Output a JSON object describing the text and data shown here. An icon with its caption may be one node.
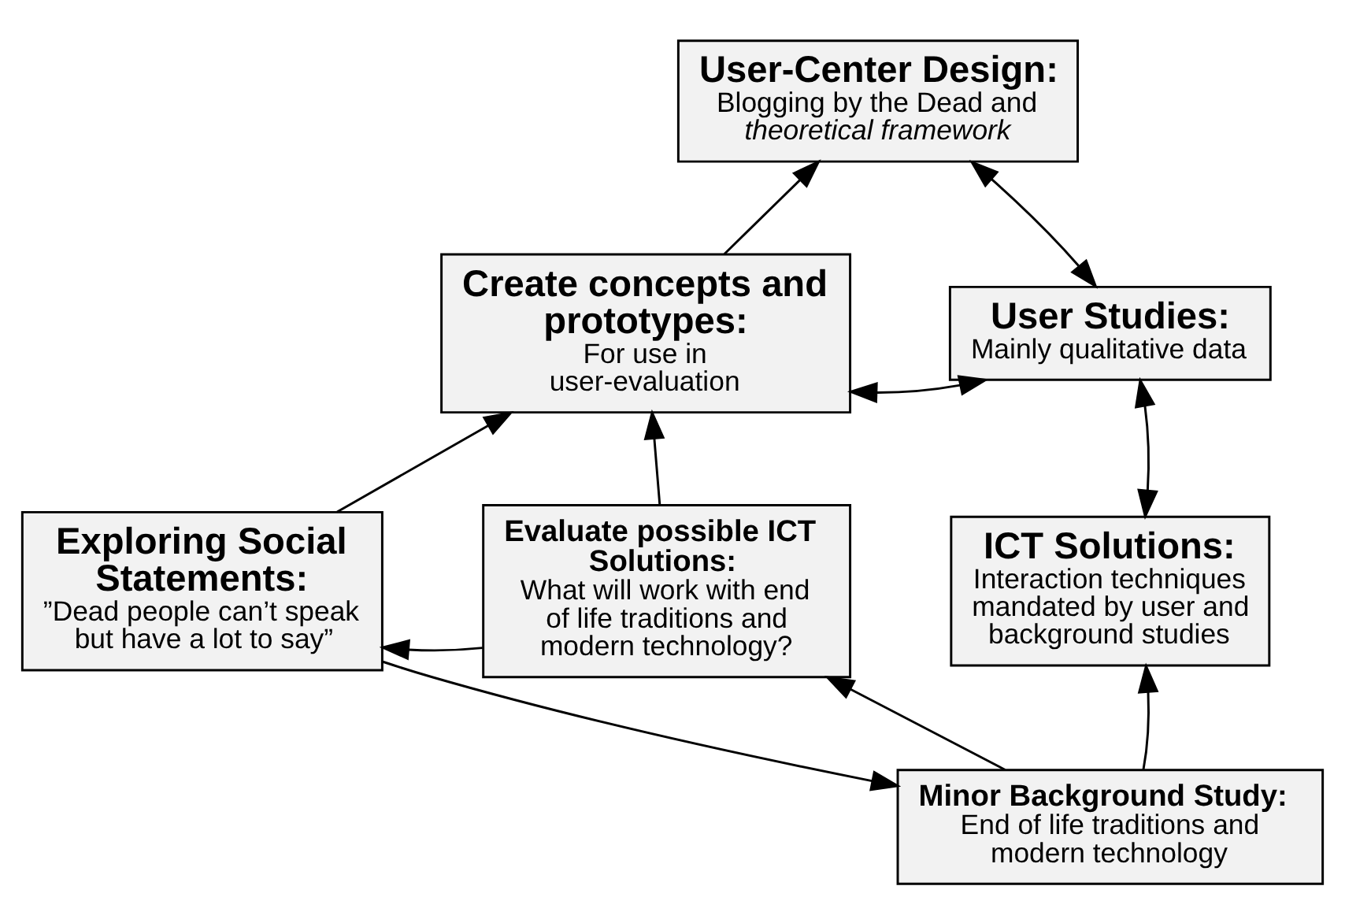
{
  "diagram": {
    "nodes": [
      {
        "text": [
          "User-Center Design:",
          "Blogging by the Dead and *theoretical framework*"
        ]
      },
      {
        "text": [
          "Create concepts and prototypes:",
          "For use in user-evaluation"
        ]
      },
      {
        "text": [
          "User Studies:",
          "Mainly qualitative data"
        ]
      },
      {
        "text": [
          "Exploring Social Statements:",
          "”Dead people can’t speak but have a lot to say”"
        ]
      },
      {
        "text": [
          "Evaluate possible ICT Solutions:",
          "What will work with end of life traditions and modern technology?"
        ]
      },
      {
        "text": [
          "ICT Solutions:",
          "Interaction techniques mandated by user and background studies"
        ]
      },
      {
        "text": [
          "Minor Background Study:",
          "End of life traditions and modern technology"
        ]
      }
    ],
    "edges": [
      {
        "from": 1,
        "to": 0,
        "arrow": "to"
      },
      {
        "from": 0,
        "to": 2,
        "arrow": "both"
      },
      {
        "from": 1,
        "to": 2,
        "arrow": "both"
      },
      {
        "from": 2,
        "to": 5,
        "arrow": "both"
      },
      {
        "from": 3,
        "to": 1,
        "arrow": "to"
      },
      {
        "from": 4,
        "to": 3,
        "arrow": "to"
      },
      {
        "from": 4,
        "to": 1,
        "arrow": "to"
      },
      {
        "from": 6,
        "to": 4,
        "arrow": "to"
      },
      {
        "from": 3,
        "to": 6,
        "arrow": "to"
      },
      {
        "from": 6,
        "to": 5,
        "arrow": "to"
      }
    ]
  }
}
